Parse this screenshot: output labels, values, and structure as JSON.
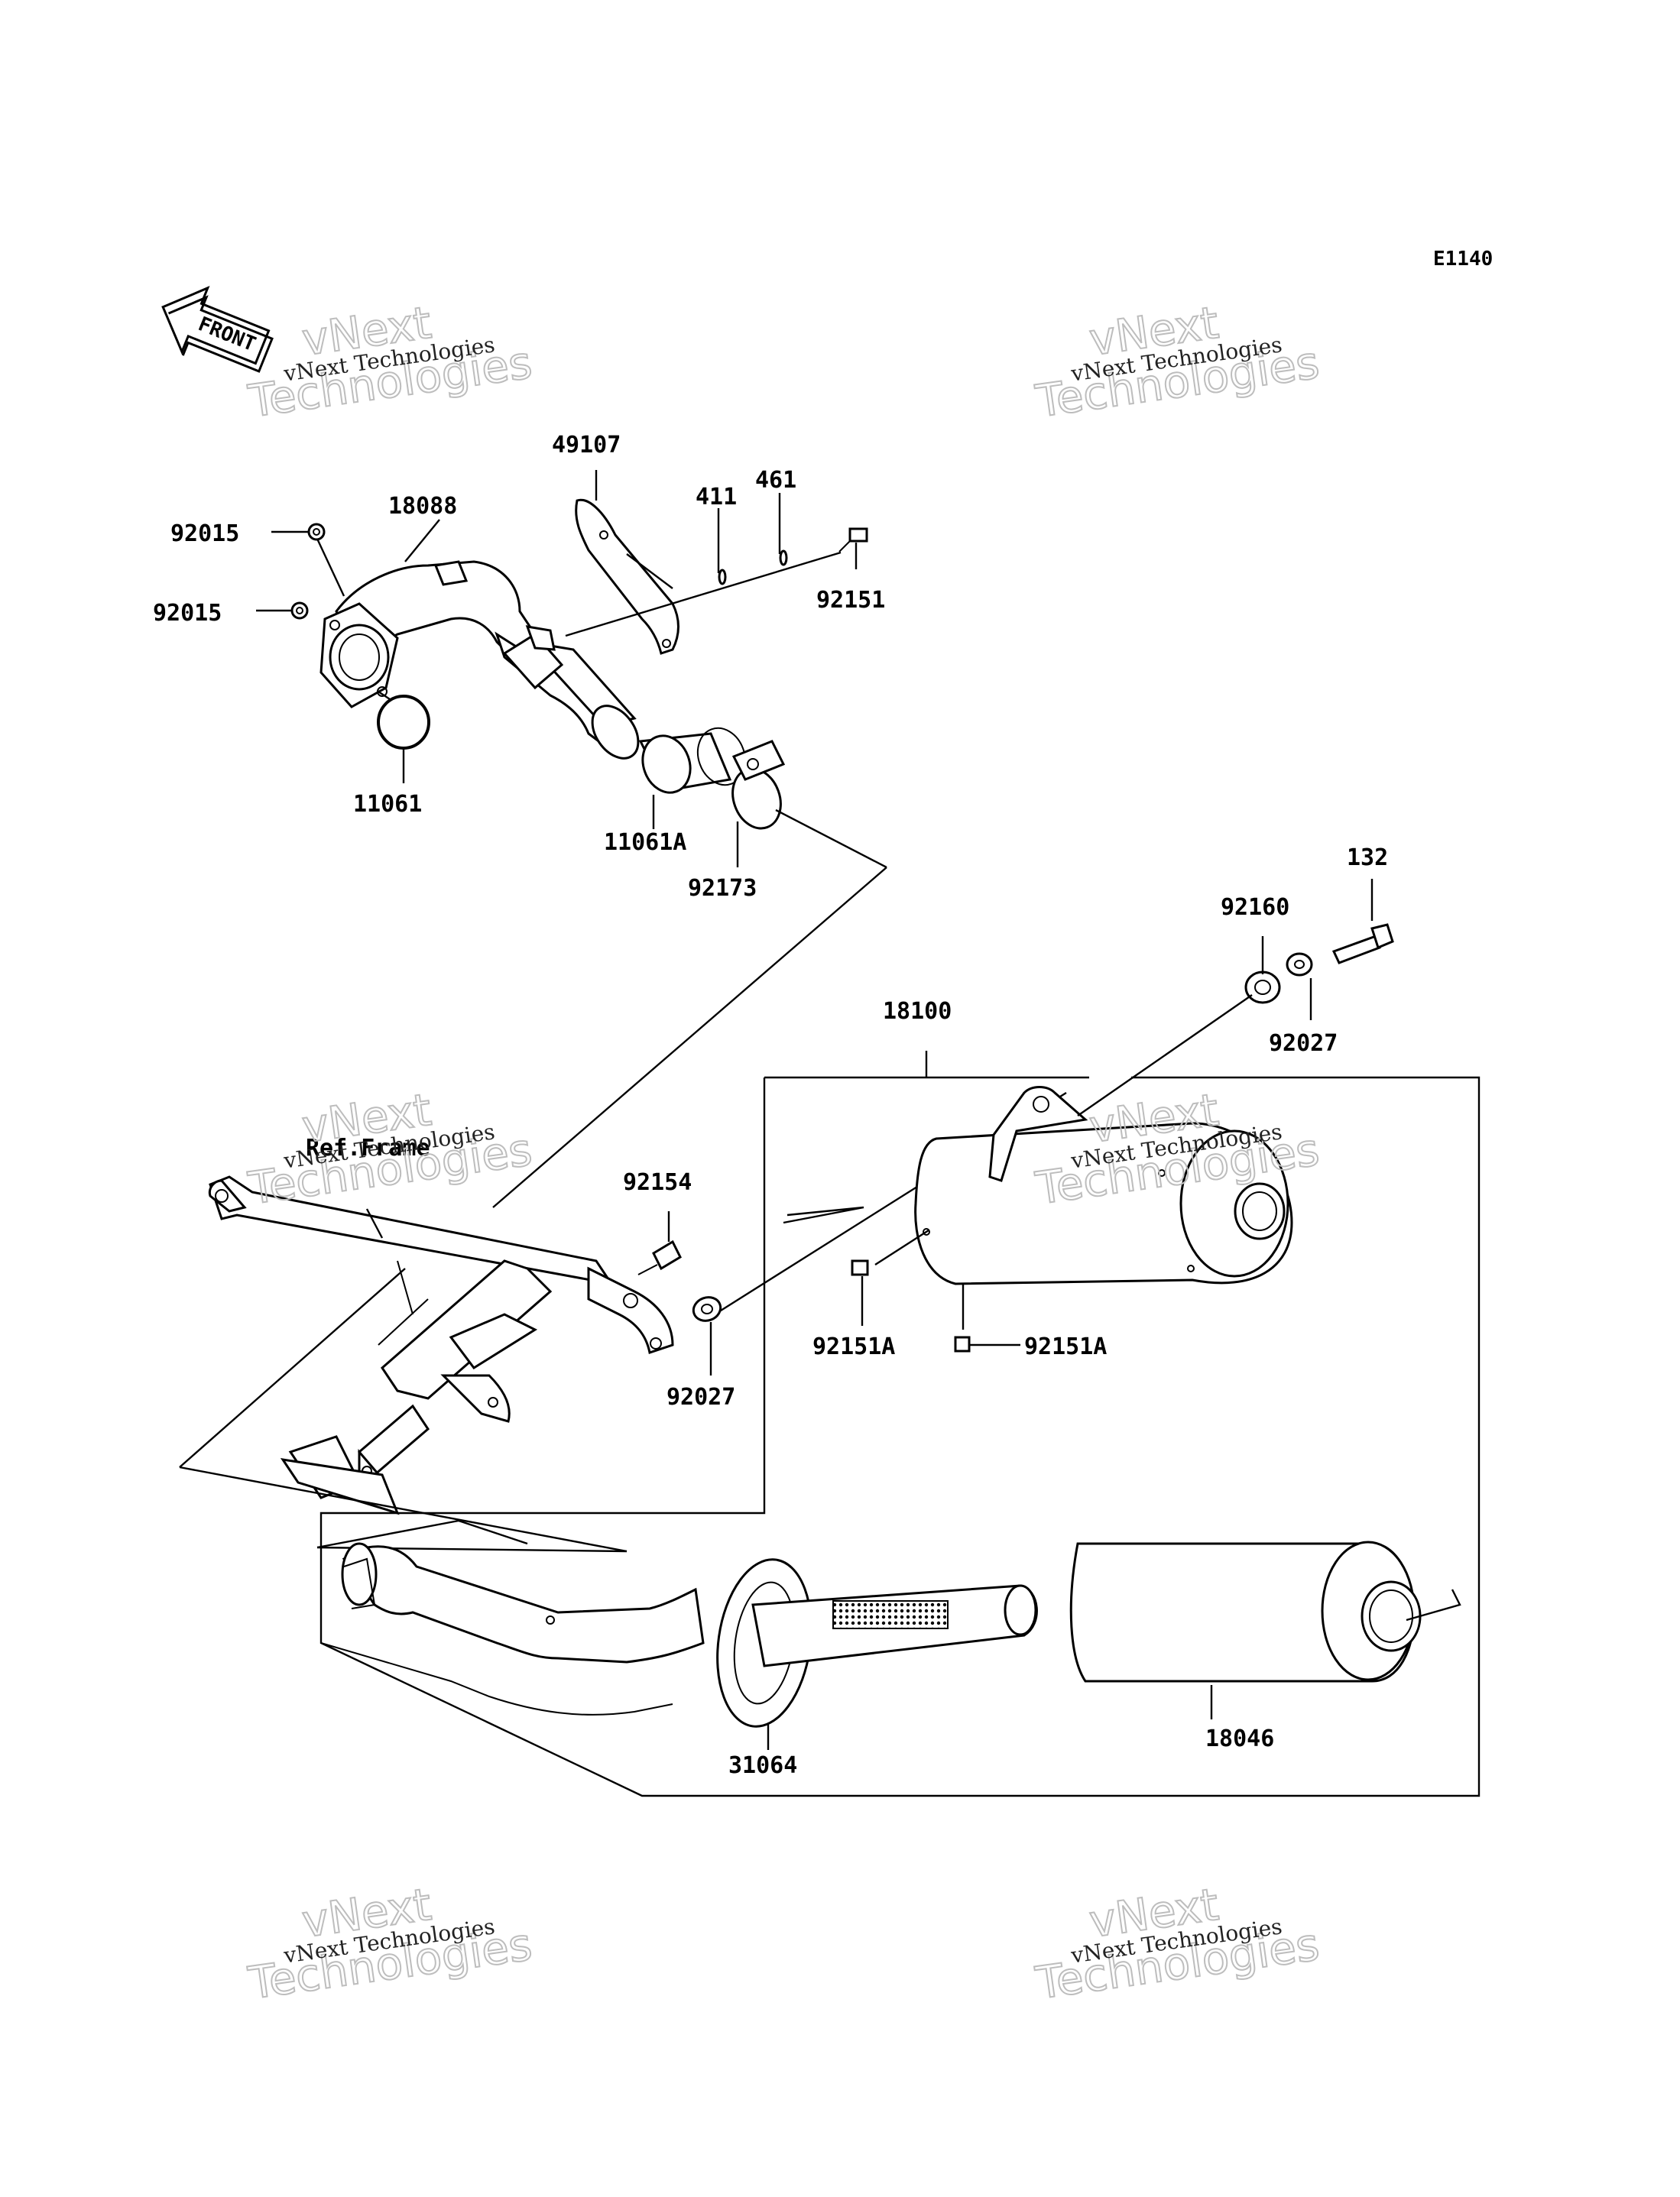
{
  "diagram_code": "E1140",
  "front_arrow_label": "FRONT",
  "ref_frame_label": "Ref.Frame",
  "watermark": {
    "line_small": "vNext Technologies",
    "big_line1": "vNext",
    "big_line2": "Technologies"
  },
  "parts": {
    "p92015a": "92015",
    "p92015b": "92015",
    "p18088": "18088",
    "p49107": "49107",
    "p411": "411",
    "p461": "461",
    "p92151": "92151",
    "p11061": "11061",
    "p11061A": "11061A",
    "p92173": "92173",
    "p132": "132",
    "p92160": "92160",
    "p92027a": "92027",
    "p18100": "18100",
    "p92154": "92154",
    "p92027b": "92027",
    "p92151Aa": "92151A",
    "p92151Ab": "92151A",
    "p31064": "31064",
    "p18046": "18046"
  }
}
